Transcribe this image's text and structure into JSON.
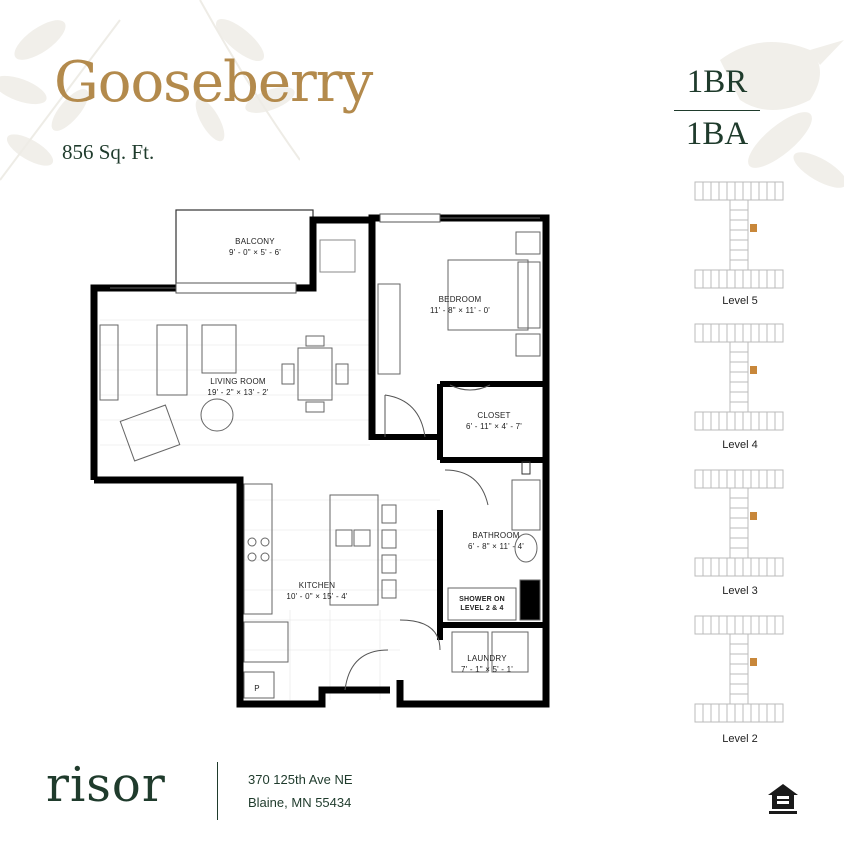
{
  "listing": {
    "name": "Gooseberry",
    "area": "856 Sq. Ft.",
    "bedrooms": "1BR",
    "bathrooms": "1BA"
  },
  "rooms": {
    "balcony": {
      "name": "BALCONY",
      "dims": "9' - 0\" × 5' - 6'"
    },
    "bedroom": {
      "name": "BEDROOM",
      "dims": "11' - 8\" × 11' - 0'"
    },
    "living_room": {
      "name": "LIVING ROOM",
      "dims": "19' - 2\" × 13' - 2'"
    },
    "closet": {
      "name": "CLOSET",
      "dims": "6' - 11\" × 4' - 7'"
    },
    "bathroom": {
      "name": "BATHROOM",
      "dims": "6' - 8\" × 11' - 4'"
    },
    "kitchen": {
      "name": "KITCHEN",
      "dims": "10' - 0\" × 15' - 4'"
    },
    "laundry": {
      "name": "LAUNDRY",
      "dims": "7' - 1\" × 5' - 1'"
    },
    "shower_note": {
      "line1": "SHOWER ON",
      "line2": "LEVEL 2 & 4"
    },
    "pantry": "P"
  },
  "levels": [
    {
      "label": "Level 5"
    },
    {
      "label": "Level 4"
    },
    {
      "label": "Level 3"
    },
    {
      "label": "Level 2"
    }
  ],
  "footer": {
    "brand": "risor",
    "address_line1": "370 125th Ave NE",
    "address_line2": "Blaine, MN 55434"
  },
  "colors": {
    "brand_gold": "#b38a4c",
    "brand_green": "#1f3b2c",
    "unit_highlight": "#c8873a"
  },
  "icons": [
    "leaf-decoration-icon",
    "hummingbird-decoration-icon",
    "equal-housing-opportunity-icon"
  ]
}
